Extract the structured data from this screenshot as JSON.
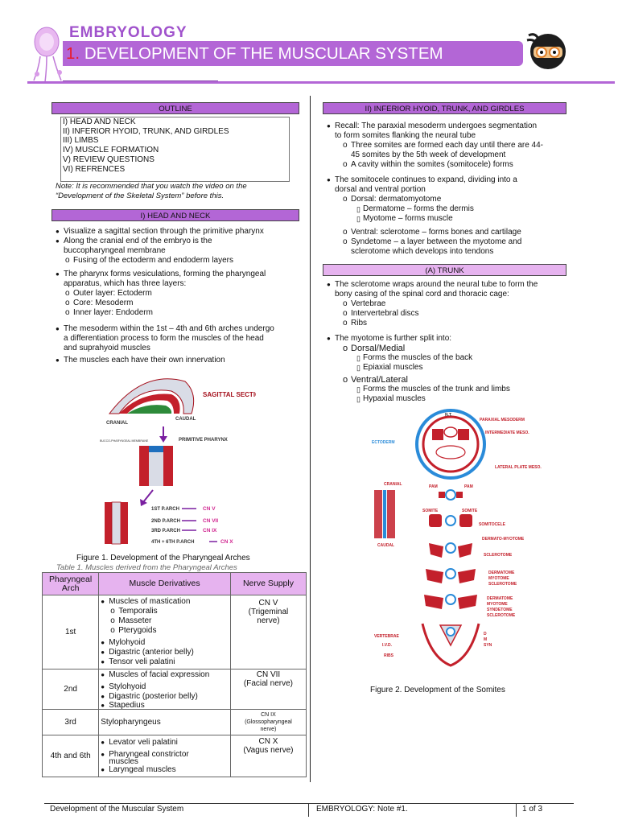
{
  "header": {
    "brand": "EMBRYOLOGY",
    "title_number": "1.",
    "title": "DEVELOPMENT OF THE MUSCULAR SYSTEM"
  },
  "left": {
    "outline_heading": "OUTLINE",
    "outline_items": [
      "I) HEAD AND NECK",
      "II) INFERIOR HYOID, TRUNK, AND GIRDLES",
      "III) LIMBS",
      "IV) MUSCLE FORMATION",
      "V) REVIEW QUESTIONS",
      "VI) REFRENCES"
    ],
    "note_line1": "Note: It is recommended that you watch the video on the",
    "note_line2": "“Development of the Skeletal System” before this.",
    "section1_heading": "I) HEAD AND NECK",
    "s1_b1": "Visualize a sagittal section through the primitive pharynx",
    "s1_b2a": "Along the cranial end of the embryo is the",
    "s1_b2b": "buccopharyngeal membrane",
    "s1_b2_sub": "Fusing of the ectoderm and endoderm layers",
    "s1_b3a": "The pharynx forms vesiculations, forming the pharyngeal",
    "s1_b3b": "apparatus, which has three layers:",
    "s1_b3_sub1": "Outer layer: Ectoderm",
    "s1_b3_sub2": "Core: Mesoderm",
    "s1_b3_sub3": "Inner layer: Endoderm",
    "s1_b4a": "The mesoderm within the 1st – 4th and 6th arches undergo",
    "s1_b4b": "a differentiation process to form the muscles of the head",
    "s1_b4c": "and suprahyoid muscles",
    "s1_b5": "The muscles each have their own innervation",
    "fig1": {
      "label_sagittal": "SAGITTAL SECTION",
      "label_cranial": "CRANIAL",
      "label_caudal": "CAUDAL",
      "label_bucco": "BUCCO-PHARYNGEAL MEMBRANE",
      "label_primitive": "PRIMITIVE PHARYNX",
      "arches": [
        "1ST P.ARCH",
        "2ND P.ARCH",
        "3RD P.ARCH",
        "4TH + 6TH P.ARCH"
      ],
      "nerves": [
        "CN V",
        "CN VII",
        "CN IX",
        "CN X"
      ],
      "caption": "Figure 1. Development of the Pharyngeal Arches"
    },
    "table_caption": "Table 1. Muscles derived from the Pharyngeal Arches",
    "table_headers": [
      "Pharyngeal Arch",
      "Muscle Derivatives",
      "Nerve Supply"
    ],
    "table": {
      "r1_arch": "1st",
      "r1_m1": "Muscles of mastication",
      "r1_m1_s1": "Temporalis",
      "r1_m1_s2": "Masseter",
      "r1_m1_s3": "Pterygoids",
      "r1_m2": "Mylohyoid",
      "r1_m3": "Digastric (anterior belly)",
      "r1_m4": "Tensor veli palatini",
      "r1_nerve1": "CN V",
      "r1_nerve2": "(Trigeminal",
      "r1_nerve3": "nerve)",
      "r2_arch": "2nd",
      "r2_m1": "Muscles of facial expression",
      "r2_m2": "Stylohyoid",
      "r2_m3": "Digastric (posterior belly)",
      "r2_m4": "Stapedius",
      "r2_nerve1": "CN VII",
      "r2_nerve2": "(Facial nerve)",
      "r3_arch": "3rd",
      "r3_m1": "Stylopharyngeus",
      "r3_nerve1": "CN IX",
      "r3_nerve2": "(Glossopharyngeal",
      "r3_nerve3": "nerve)",
      "r4_arch": "4th and 6th",
      "r4_m1": "Levator veli palatini",
      "r4_m2a": "Pharyngeal constrictor",
      "r4_m2b": "muscles",
      "r4_m3": "Laryngeal muscles",
      "r4_nerve1": "CN X",
      "r4_nerve2": "(Vagus nerve)"
    }
  },
  "right": {
    "section2_heading": "II) INFERIOR HYOID, TRUNK, AND GIRDLES",
    "s2_b1a": "Recall: The paraxial mesoderm undergoes segmentation",
    "s2_b1b": "to form somites flanking the neural tube",
    "s2_b1_sub1a": "Three somites are formed each day until there are 44-",
    "s2_b1_sub1b": "45 somites by the 5th week of development",
    "s2_b1_sub2": "A cavity within the somites (somitocele) forms",
    "s2_b2a": "The somitocele continues to expand, dividing into a",
    "s2_b2b": "dorsal and ventral portion",
    "s2_b2_sub1": "Dorsal: dermatomyotome",
    "s2_b2_sq1": "Dermatome – forms the dermis",
    "s2_b2_sq2": "Myotome – forms muscle",
    "s2_b2_sub2": "Ventral: sclerotome – forms bones and cartilage",
    "s2_b2_sub3a": "Syndetome – a layer between the myotome and",
    "s2_b2_sub3b": "sclerotome which develops into tendons",
    "trunk_heading": "(A) TRUNK",
    "t_b1a": "The sclerotome wraps around the neural tube to form the",
    "t_b1b": "bony casing of the spinal cord and thoracic cage:",
    "t_b1_sub1": "Vertebrae",
    "t_b1_sub2": "Intervertebral discs",
    "t_b1_sub3": "Ribs",
    "t_b2": "The myotome is further split into:",
    "t_b2_sub1": "Dorsal/Medial",
    "t_b2_sq1": "Forms the muscles of the back",
    "t_b2_sq2": "Epiaxial muscles",
    "t_b2_sub2": "Ventral/Lateral",
    "t_b2_sq3": "Forms the muscles of the trunk and limbs",
    "t_b2_sq4": "Hypaxial muscles",
    "fig2": {
      "label_nt": "N.T.",
      "label_paraxial": "PARAXIAL MESODERM",
      "label_intermediate": "INTERMEDIATE MESO.",
      "label_ectoderm": "ECTODERM",
      "label_lateral": "LATERAL PLATE MESO.",
      "label_cranial": "CRANIAL",
      "label_caudal": "CAUDAL",
      "label_pam1": "PAM",
      "label_pam2": "PAM",
      "label_somite1": "SOMITE",
      "label_somite2": "SOMITE",
      "label_somitocele": "SOMITOCELE",
      "label_dermatomyotome": "DERMATO-MYOTOME",
      "label_sclerotome1": "SCLEROTOME",
      "label_dermatome1": "DERMATOME",
      "label_myotome1": "MYOTOME",
      "label_sclerotome2": "SCLEROTOME",
      "label_dermatome2": "DERMATOME",
      "label_myotome2": "MYOTOME",
      "label_syndetome": "SYNDETOME",
      "label_sclerotome3": "SCLEROTOME",
      "label_vertebrae": "VERTEBRAE",
      "label_ivd": "I.V.D.",
      "label_ribs": "RIBS",
      "label_d": "D",
      "label_m": "M",
      "label_syn": "SYN",
      "caption": "Figure 2. Development of the Somites"
    }
  },
  "footer": {
    "left": "Development of the Muscular System",
    "middle": "EMBRYOLOGY: Note #1.",
    "right": "1 of 3"
  },
  "colors": {
    "accent": "#b366d6",
    "accent_light": "#e6b3ef",
    "red": "#c8222c"
  },
  "icons": [
    "ninja-mascot-icon",
    "balloon-decoration-icon"
  ]
}
